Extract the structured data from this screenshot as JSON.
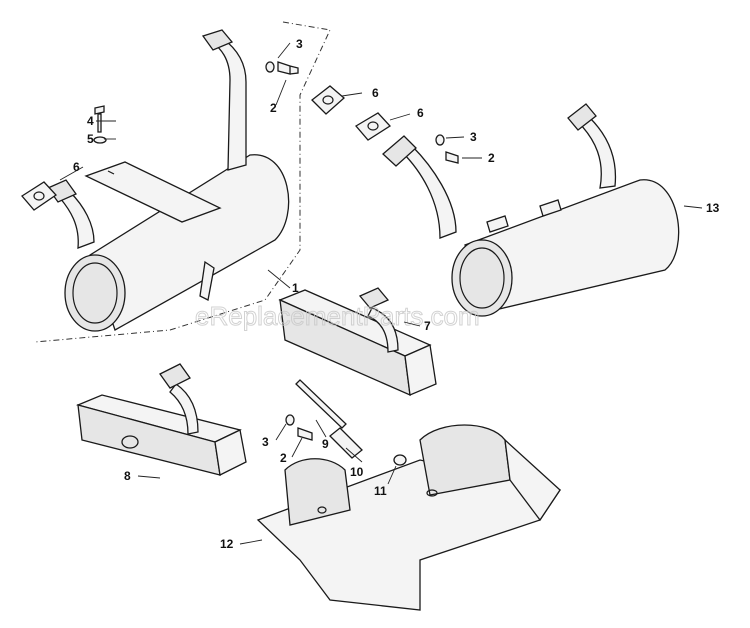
{
  "watermark": "eReplacementParts.com",
  "callouts": {
    "c1": "1",
    "c2a": "2",
    "c2b": "2",
    "c2c": "2",
    "c3a": "3",
    "c3b": "3",
    "c3c": "3",
    "c4": "4",
    "c5": "5",
    "c6a": "6",
    "c6b": "6",
    "c6c": "6",
    "c7": "7",
    "c8": "8",
    "c9": "9",
    "c10": "10",
    "c11": "11",
    "c12": "12",
    "c13": "13"
  }
}
